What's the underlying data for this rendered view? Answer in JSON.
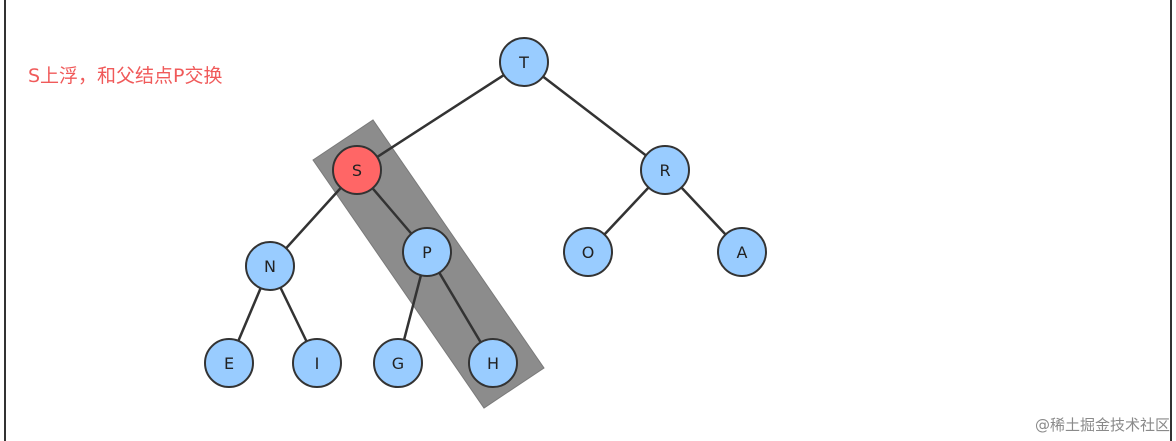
{
  "caption": {
    "text": "S上浮，和父结点P交换",
    "color": "#f05a5a"
  },
  "credit": {
    "text": "@稀土掘金技术社区"
  },
  "tree": {
    "colors": {
      "node_fill": "#99ccff",
      "node_stroke": "#333333",
      "highlight_fill": "#ff6666",
      "edge": "#333333",
      "band": "#8c8c8c"
    },
    "nodes": [
      {
        "id": "T",
        "label": "T",
        "highlight": false
      },
      {
        "id": "S",
        "label": "S",
        "highlight": true
      },
      {
        "id": "R",
        "label": "R",
        "highlight": false
      },
      {
        "id": "N",
        "label": "N",
        "highlight": false
      },
      {
        "id": "P",
        "label": "P",
        "highlight": false
      },
      {
        "id": "O",
        "label": "O",
        "highlight": false
      },
      {
        "id": "A",
        "label": "A",
        "highlight": false
      },
      {
        "id": "E",
        "label": "E",
        "highlight": false
      },
      {
        "id": "I",
        "label": "I",
        "highlight": false
      },
      {
        "id": "G",
        "label": "G",
        "highlight": false
      },
      {
        "id": "H",
        "label": "H",
        "highlight": false
      }
    ],
    "edges": [
      [
        "T",
        "S"
      ],
      [
        "T",
        "R"
      ],
      [
        "S",
        "N"
      ],
      [
        "S",
        "P"
      ],
      [
        "R",
        "O"
      ],
      [
        "R",
        "A"
      ],
      [
        "N",
        "E"
      ],
      [
        "N",
        "I"
      ],
      [
        "P",
        "G"
      ],
      [
        "P",
        "H"
      ]
    ],
    "highlighted_path": [
      "S",
      "P",
      "H"
    ]
  }
}
